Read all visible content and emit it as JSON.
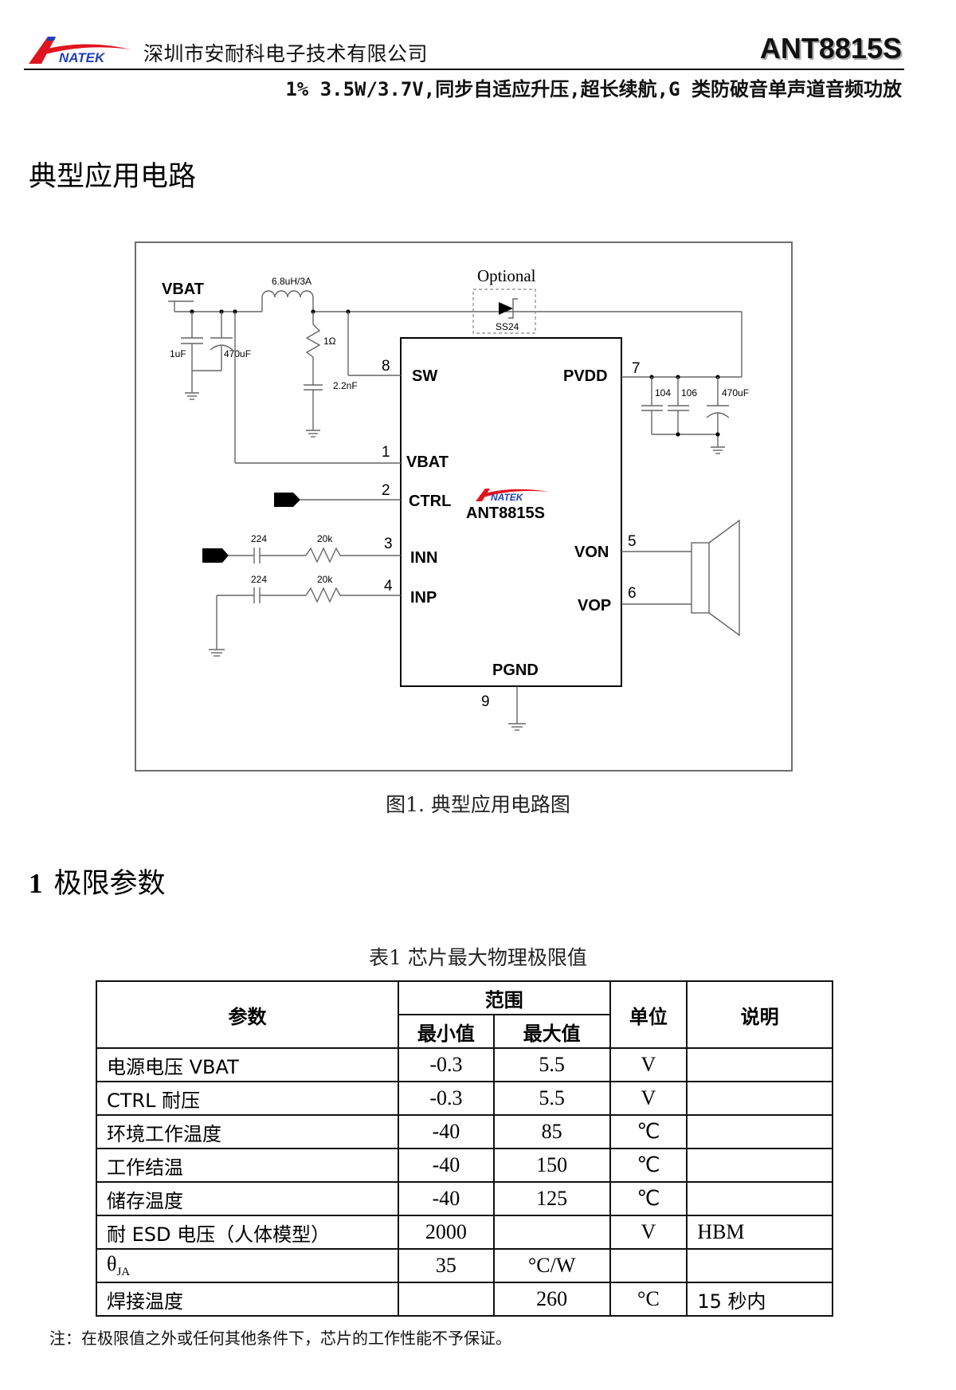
{
  "header": {
    "logo_text": "NATEK",
    "company": "深圳市安耐科电子技术有限公司",
    "part_number": "ANT8815S",
    "subtitle": "1% 3.5W/3.7V,同步自适应升压,超长续航,G 类防破音单声道音频功放",
    "colors": {
      "logo_red": "#e0141e",
      "logo_blue": "#1f3fbf"
    }
  },
  "section_typical": {
    "title": "典型应用电路"
  },
  "circuit": {
    "optional_label": "Optional",
    "vbat_label": "VBAT",
    "inductor": "6.8uH/3A",
    "resistor_snubber": "1Ω",
    "cap_snubber": "2.2nF",
    "cap_in_small": "1uF",
    "cap_in_bulk": "470uF",
    "diode": "SS24",
    "cap_out_1": "104",
    "cap_out_2": "106",
    "cap_out_bulk": "470uF",
    "input_cap_1": "224",
    "input_res_1": "20k",
    "input_cap_2": "224",
    "input_res_2": "20k",
    "chip_logo": "NATEK",
    "chip_name": "ANT8815S",
    "pins": [
      {
        "num": "1",
        "name": "VBAT"
      },
      {
        "num": "2",
        "name": "CTRL"
      },
      {
        "num": "3",
        "name": "INN"
      },
      {
        "num": "4",
        "name": "INP"
      },
      {
        "num": "5",
        "name": "VON"
      },
      {
        "num": "6",
        "name": "VOP"
      },
      {
        "num": "7",
        "name": "PVDD"
      },
      {
        "num": "8",
        "name": "SW"
      },
      {
        "num": "9",
        "name": "PGND"
      }
    ],
    "caption": "图1. 典型应用电路图"
  },
  "section_limits": {
    "number": "1",
    "title": "极限参数",
    "table_caption": "表1  芯片最大物理极限值",
    "headers": {
      "param": "参数",
      "range": "范围",
      "min": "最小值",
      "max": "最大值",
      "unit": "单位",
      "note": "说明"
    },
    "rows": [
      {
        "param": "电源电压 VBAT",
        "min": "-0.3",
        "max": "5.5",
        "unit": "V",
        "note": ""
      },
      {
        "param": "CTRL 耐压",
        "min": "-0.3",
        "max": "5.5",
        "unit": "V",
        "note": ""
      },
      {
        "param": "环境工作温度",
        "min": "-40",
        "max": "85",
        "unit": "℃",
        "note": ""
      },
      {
        "param": "工作结温",
        "min": "-40",
        "max": "150",
        "unit": "℃",
        "note": ""
      },
      {
        "param": "储存温度",
        "min": "-40",
        "max": "125",
        "unit": "℃",
        "note": ""
      },
      {
        "param": "耐 ESD 电压（人体模型）",
        "min": "2000",
        "max": "",
        "unit": "V",
        "note": "HBM"
      },
      {
        "param": "θ",
        "param_sub": "JA",
        "min": "35",
        "max": "°C/W",
        "unit": "",
        "note": ""
      },
      {
        "param": "焊接温度",
        "min": "",
        "max": "260",
        "unit": "°C",
        "note": "15 秒内"
      }
    ],
    "footnote": "注：在极限值之外或任何其他条件下，芯片的工作性能不予保证。"
  }
}
